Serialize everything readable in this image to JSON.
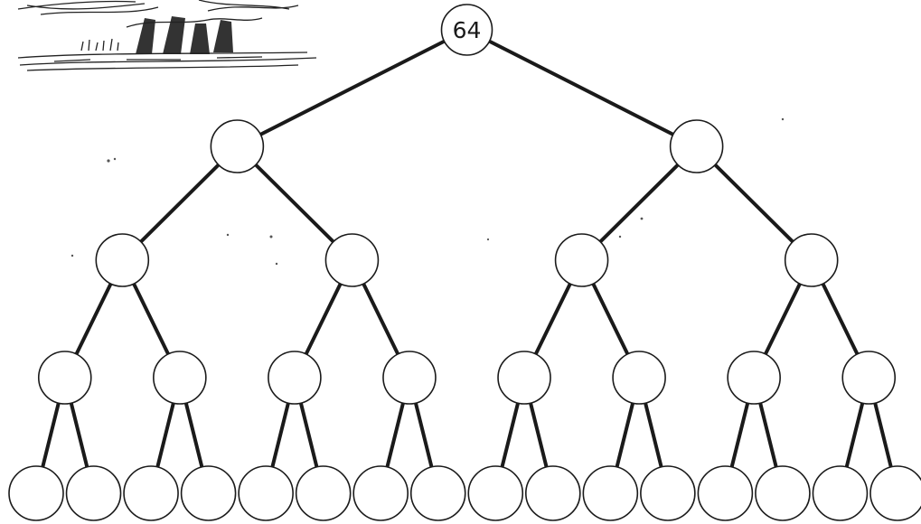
{
  "tree": {
    "levels": 5,
    "branching": 2,
    "root_label": "64",
    "colors": {
      "line": "#1a1a1a",
      "node_fill": "#ffffff",
      "background": "#ffffff"
    }
  },
  "decoration": {
    "icon": "tree-illustration-icon"
  }
}
